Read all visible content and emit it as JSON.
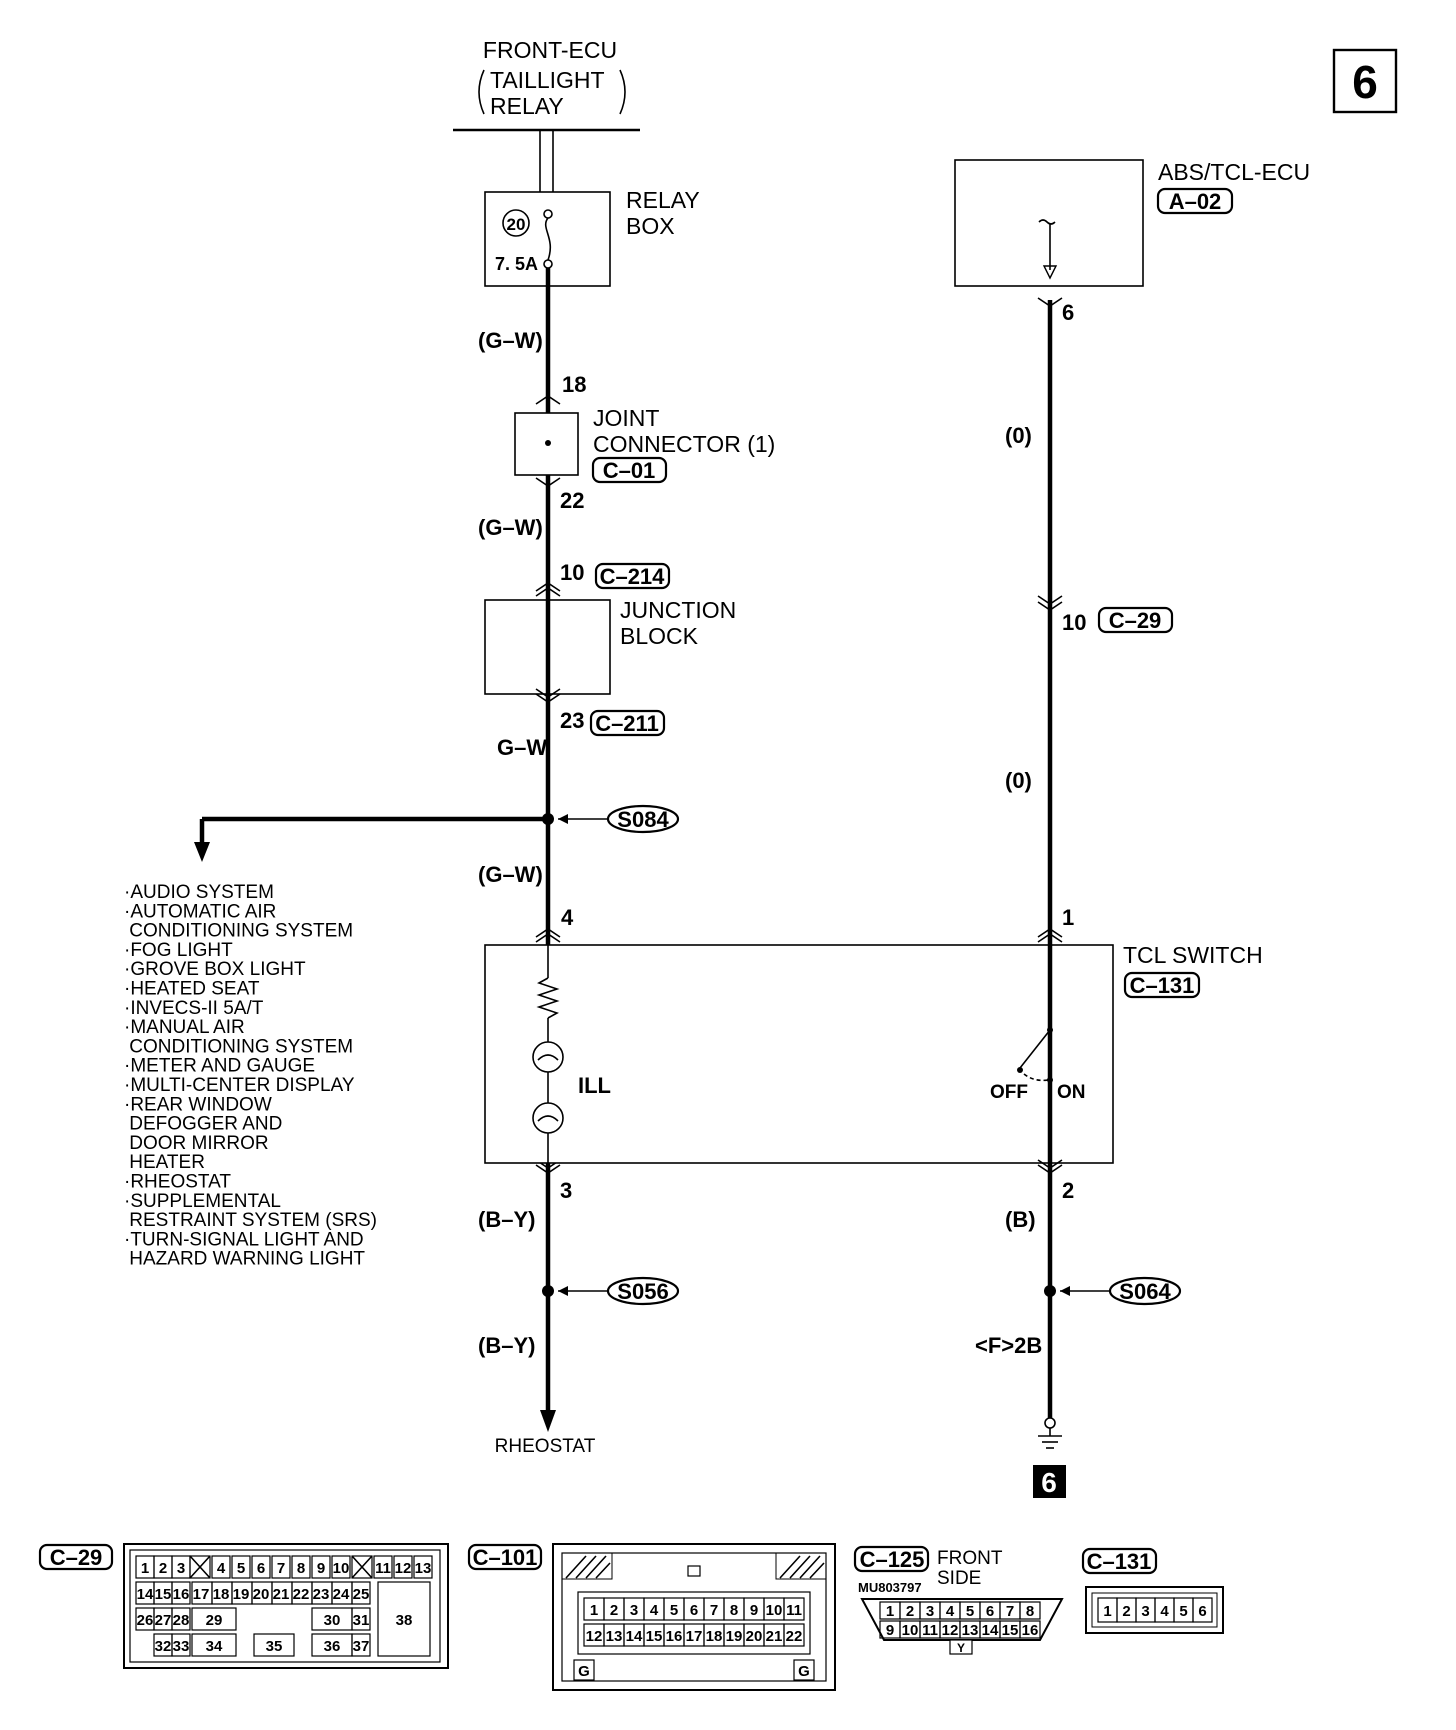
{
  "page_badge": "6",
  "source": {
    "line1": "FRONT-ECU",
    "line2": "TAILLIGHT",
    "line3": "RELAY"
  },
  "relay_box": {
    "label1": "RELAY",
    "label2": "BOX",
    "fuse_no": "20",
    "fuse_amp": "7. 5A"
  },
  "left_wire": {
    "color_1": "(G–W)",
    "color_2": "(G–W)",
    "color_3": "G–W",
    "color_4": "(G–W)",
    "color_5": "(B–Y)",
    "color_6": "(B–Y)",
    "pin_18": "18",
    "pin_22": "22",
    "pin_10": "10",
    "pin_23": "23",
    "pin_4": "4",
    "pin_3": "3"
  },
  "joint_connector": {
    "label1": "JOINT",
    "label2": "CONNECTOR (1)",
    "ref": "C–01"
  },
  "junction_block": {
    "label1": "JUNCTION",
    "label2": "BLOCK",
    "ref_top": "C–214",
    "ref_bottom": "C–211"
  },
  "splices": {
    "s084": "S084",
    "s056": "S056",
    "s064": "S064"
  },
  "branch_list": [
    "·AUDIO SYSTEM",
    "·AUTOMATIC AIR",
    " CONDITIONING SYSTEM",
    "·FOG LIGHT",
    "·GROVE BOX LIGHT",
    "·HEATED SEAT",
    "·INVECS-II 5A/T",
    "·MANUAL AIR",
    " CONDITIONING SYSTEM",
    "·METER AND GAUGE",
    "·MULTI-CENTER DISPLAY",
    "·REAR WINDOW",
    " DEFOGGER AND",
    " DOOR MIRROR",
    " HEATER",
    "·RHEOSTAT",
    "·SUPPLEMENTAL",
    " RESTRAINT SYSTEM (SRS)",
    "·TURN-SIGNAL LIGHT AND",
    " HAZARD WARNING LIGHT"
  ],
  "rheostat_label": "RHEOSTAT",
  "abs_ecu": {
    "label": "ABS/TCL-ECU",
    "ref": "A–02"
  },
  "right_wire": {
    "pin_6": "6",
    "color_1": "(0)",
    "pin_10": "10",
    "ref_10": "C–29",
    "color_2": "(0)",
    "pin_1": "1",
    "pin_2": "2",
    "color_3": "(B)",
    "ground_ref": "<F>2B",
    "ground_badge": "6"
  },
  "tcl_switch": {
    "label": "TCL SWITCH",
    "ref": "C–131",
    "ill": "ILL",
    "off": "OFF",
    "on": "ON"
  },
  "connectors": {
    "c29": {
      "ref": "C–29",
      "row1": [
        "1",
        "2",
        "3",
        "4",
        "5",
        "6",
        "7",
        "8",
        "9",
        "10",
        "11",
        "12",
        "13"
      ],
      "row2": [
        "14",
        "15",
        "16",
        "17",
        "18",
        "19",
        "20",
        "21",
        "22",
        "23",
        "24",
        "25"
      ],
      "row3": [
        "26",
        "27",
        "28",
        "29",
        "30",
        "31",
        "38"
      ],
      "row4": [
        "32",
        "33",
        "34",
        "35",
        "36",
        "37"
      ]
    },
    "c101": {
      "ref": "C–101",
      "row1": [
        "1",
        "2",
        "3",
        "4",
        "5",
        "6",
        "7",
        "8",
        "9",
        "10",
        "11"
      ],
      "row2": [
        "12",
        "13",
        "14",
        "15",
        "16",
        "17",
        "18",
        "19",
        "20",
        "21",
        "22"
      ],
      "g": "G"
    },
    "c125": {
      "ref": "C–125",
      "side1": "FRONT",
      "side2": "SIDE",
      "part": "MU803797",
      "row1": [
        "1",
        "2",
        "3",
        "4",
        "5",
        "6",
        "7",
        "8"
      ],
      "row2": [
        "9",
        "10",
        "11",
        "12",
        "13",
        "14",
        "15",
        "16"
      ],
      "key": "Y"
    },
    "c131": {
      "ref": "C–131",
      "row": [
        "1",
        "2",
        "3",
        "4",
        "5",
        "6"
      ]
    }
  }
}
